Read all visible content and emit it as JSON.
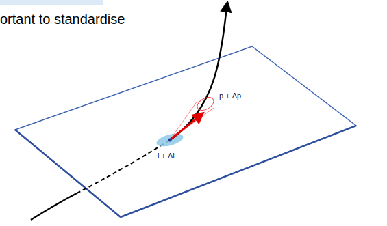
{
  "diagram": {
    "labels": [
      "ortant to standardise",
      "p + Δp",
      "l + Δl"
    ]
  }
}
